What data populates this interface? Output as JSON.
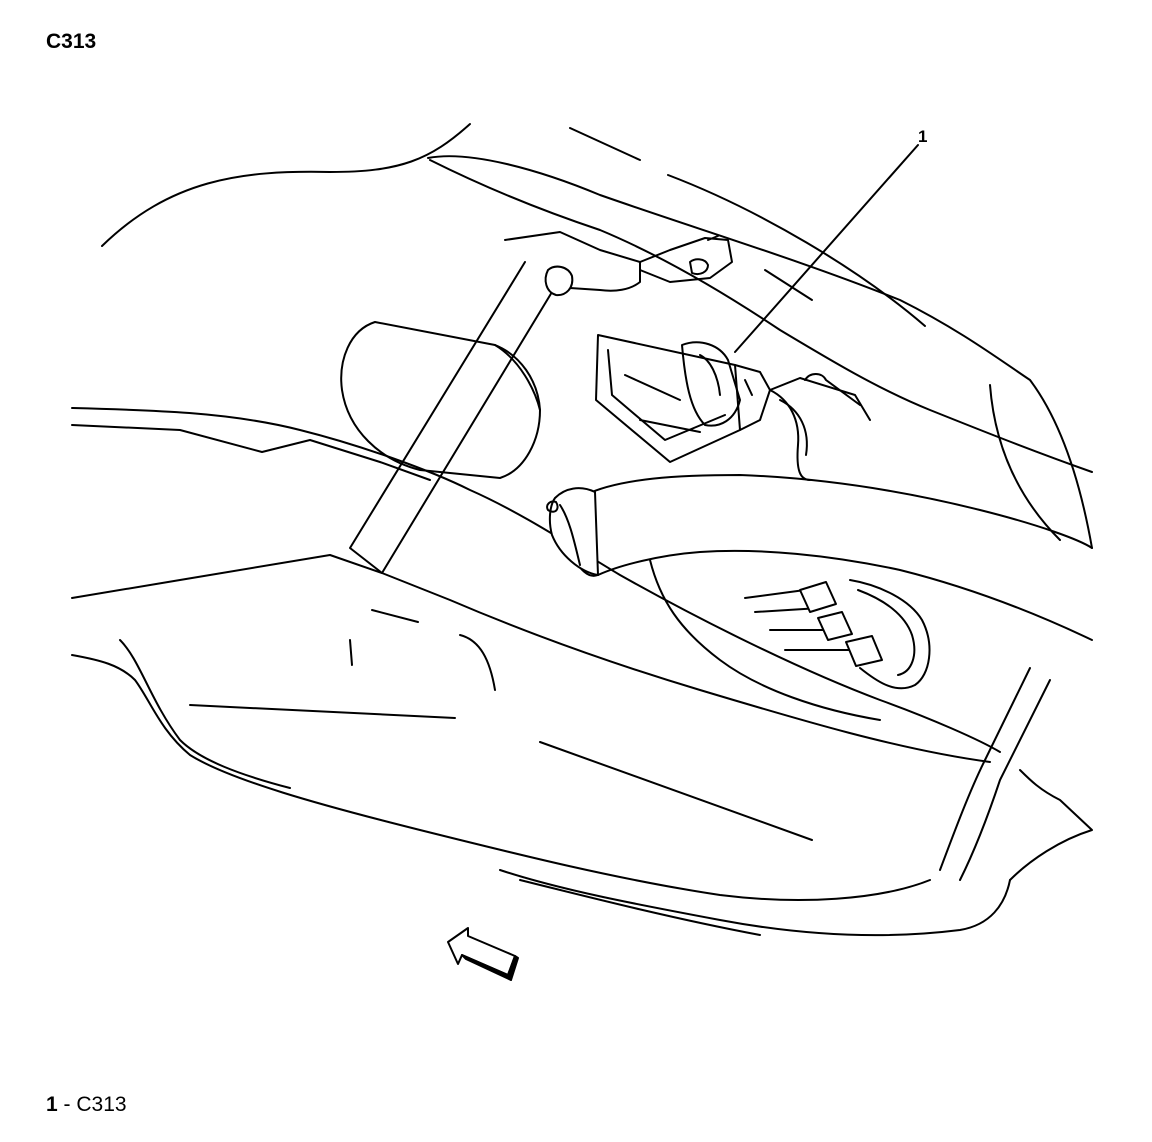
{
  "title": "C313",
  "callouts": [
    {
      "number": "1"
    }
  ],
  "legend": [
    {
      "number": "1",
      "separator": " - ",
      "label": "C313"
    }
  ]
}
